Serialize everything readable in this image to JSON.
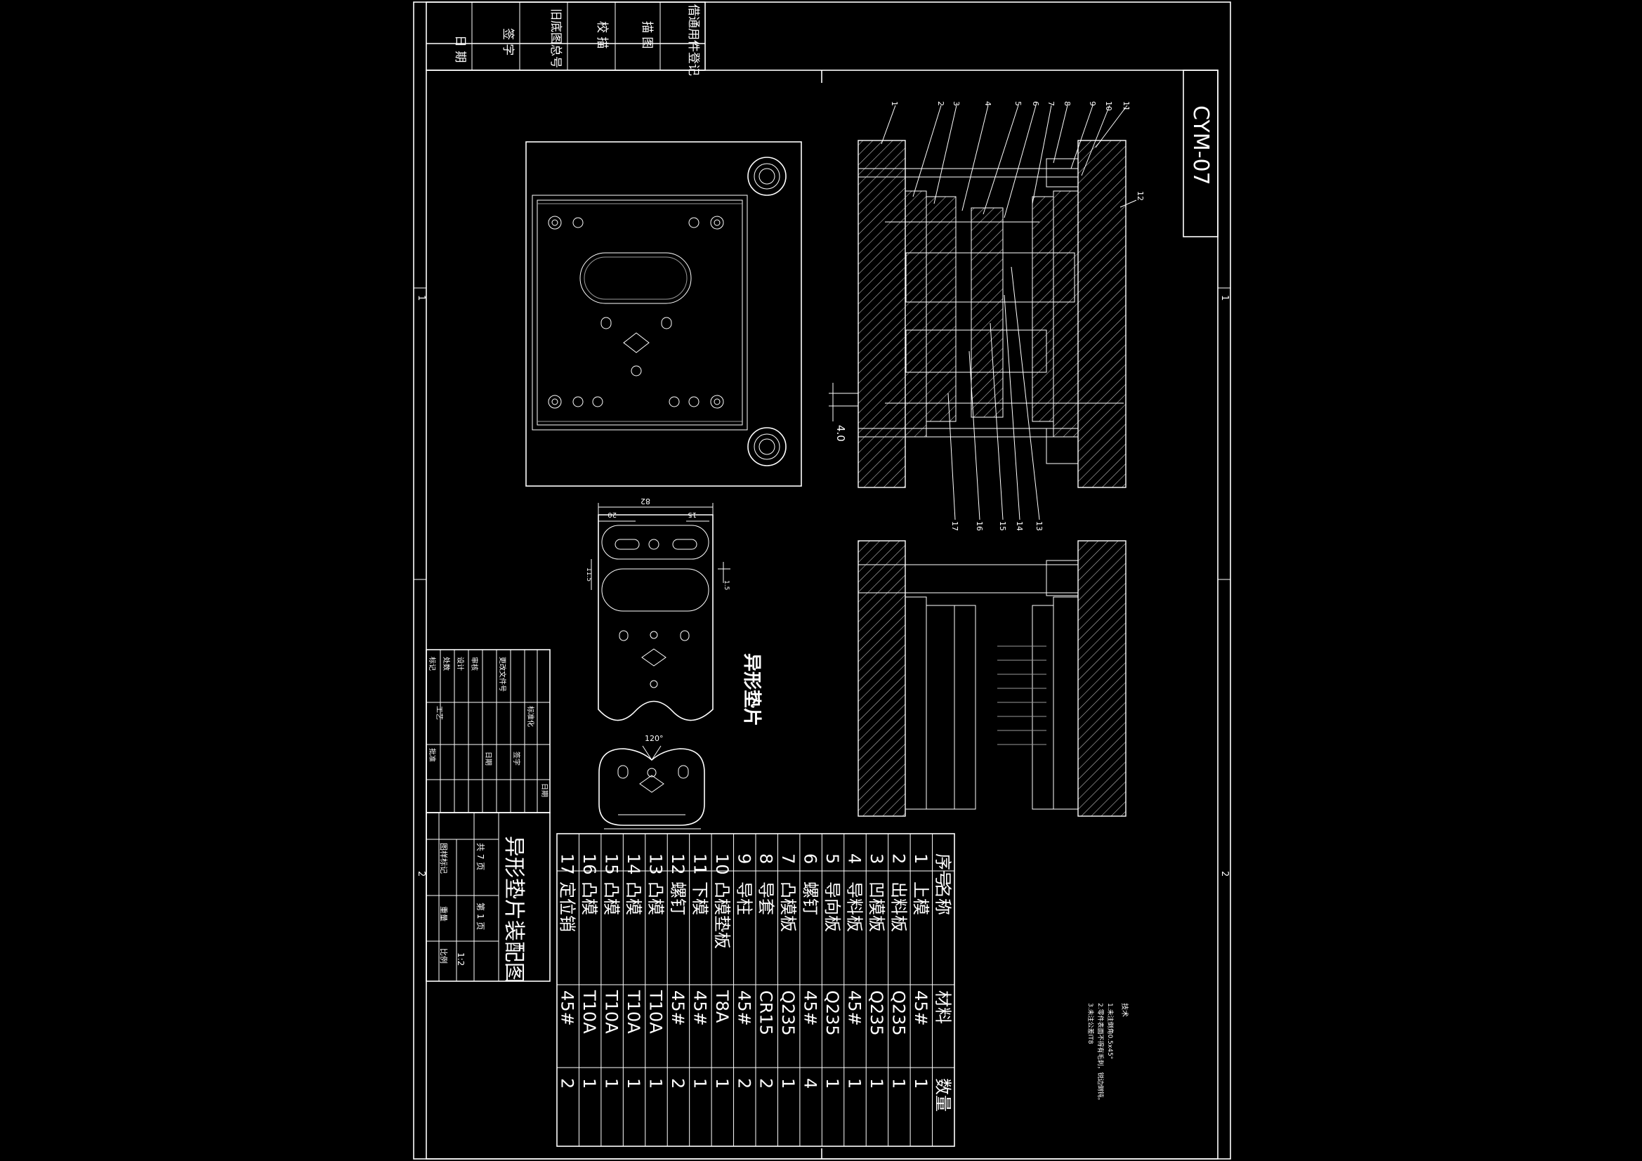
{
  "drawing": {
    "code": "CYM-07",
    "part_name": "异形垫片",
    "assembly_title": "异形垫片装配图",
    "scale": "1:2",
    "sheet_total": "共 7 页",
    "sheet_no": "第 1 页"
  },
  "side_panel": [
    "借通用件登记",
    "描 图",
    "校 描",
    "旧底图总号",
    "签 字",
    "日 期"
  ],
  "title_block_labels": {
    "row_labels": [
      "标记",
      "处数",
      "更改文件号",
      "签字",
      "日期",
      "设计",
      "审核",
      "工艺",
      "标准化",
      "日期",
      "批准"
    ],
    "stage_label": "图样标记",
    "weight_label": "重量",
    "scale_label": "比例"
  },
  "bom_headers": {
    "no": "序号",
    "name": "名称",
    "material": "材料",
    "qty": "数量"
  },
  "bom": [
    {
      "no": "1",
      "name": "上模",
      "material": "45#",
      "qty": "1"
    },
    {
      "no": "2",
      "name": "出料板",
      "material": "Q235",
      "qty": "1"
    },
    {
      "no": "3",
      "name": "凹模板",
      "material": "Q235",
      "qty": "1"
    },
    {
      "no": "4",
      "name": "导料板",
      "material": "45#",
      "qty": "1"
    },
    {
      "no": "5",
      "name": "导向板",
      "material": "Q235",
      "qty": "1"
    },
    {
      "no": "6",
      "name": "螺钉",
      "material": "45#",
      "qty": "4"
    },
    {
      "no": "7",
      "name": "凸模板",
      "material": "Q235",
      "qty": "1"
    },
    {
      "no": "8",
      "name": "导套",
      "material": "CR15",
      "qty": "2"
    },
    {
      "no": "9",
      "name": "导柱",
      "material": "45#",
      "qty": "2"
    },
    {
      "no": "10",
      "name": "凸模垫板",
      "material": "T8A",
      "qty": "1"
    },
    {
      "no": "11",
      "name": "下模",
      "material": "45#",
      "qty": "1"
    },
    {
      "no": "12",
      "name": "螺钉",
      "material": "45#",
      "qty": "2"
    },
    {
      "no": "13",
      "name": "凸模",
      "material": "T10A",
      "qty": "1"
    },
    {
      "no": "14",
      "name": "凸模",
      "material": "T10A",
      "qty": "1"
    },
    {
      "no": "15",
      "name": "凸模",
      "material": "T10A",
      "qty": "1"
    },
    {
      "no": "16",
      "name": "凸模",
      "material": "T10A",
      "qty": "1"
    },
    {
      "no": "17",
      "name": "定位销",
      "material": "45#",
      "qty": "2"
    }
  ],
  "notes": {
    "title": "技术",
    "items": [
      "1.未注倒角0.5x45°",
      "2.零件表面不得有毛刺，锐边倒钝。",
      "3.未注公差IT8"
    ]
  },
  "dims": {
    "strip_width": "82",
    "strip_pitch": "20",
    "strip_edge": "15",
    "strip_side": "11.5",
    "strip_gap": "1.5",
    "section_dim": "4.0",
    "part_angle": "120°"
  },
  "zone_marks": {
    "z1": "1",
    "z2": "2"
  },
  "leaders_top": [
    "1",
    "2",
    "3",
    "4",
    "5",
    "6",
    "7",
    "8",
    "9",
    "10",
    "11"
  ],
  "leader_12": "12",
  "leaders_bottom": [
    "17",
    "16",
    "15",
    "14",
    "13"
  ]
}
